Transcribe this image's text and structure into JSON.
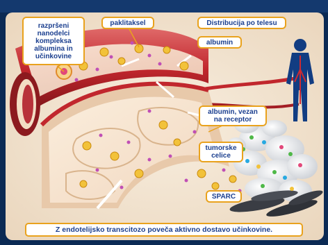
{
  "labels": {
    "nanoparticles": "razpršeni nanodelci kompleksa albumina in učinkovine",
    "paclitaxel": "paklitaksel",
    "distribution": "Distribucija po telesu",
    "albumin": "albumin",
    "albumin_receptor": "albumin, vezan na receptor",
    "tumor_cells": "tumorske celice",
    "sparc": "SPARC"
  },
  "caption": "Z endotelijsko transcitozo poveča aktivno dostavo učinkovine.",
  "colors": {
    "background": "#0b2a54",
    "panel": "#f6ead8",
    "vessel": "#c1272d",
    "label_border": "#e9a21d",
    "label_text": "#1b3f8f",
    "body_silhouette": "#123d82",
    "particle": "#c04fb5",
    "nanoparticle": "#f2c23a"
  }
}
